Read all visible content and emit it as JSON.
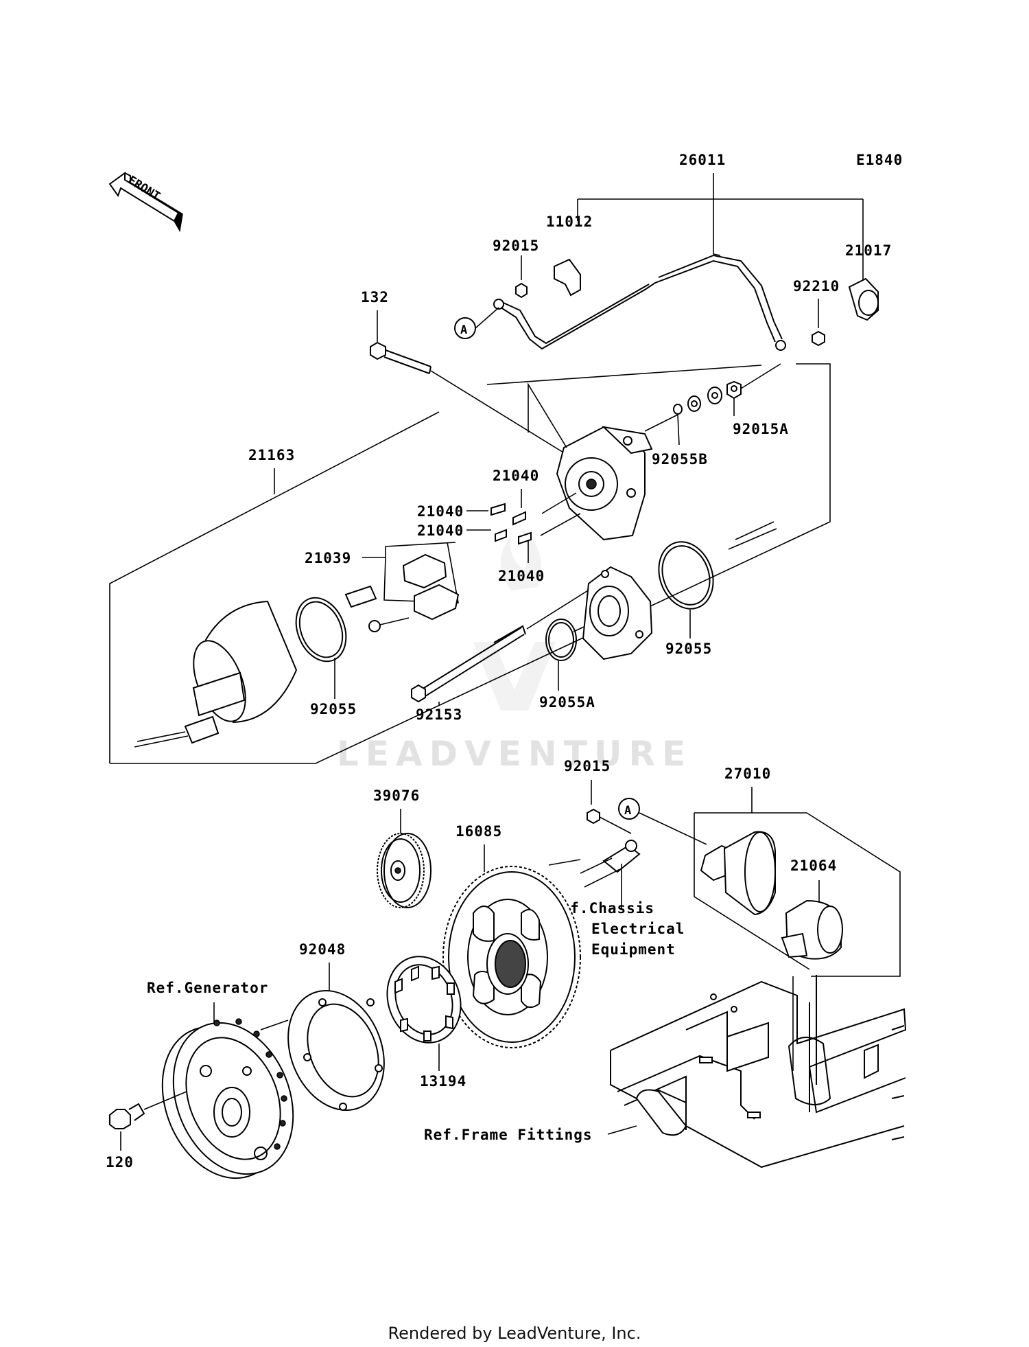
{
  "diagram": {
    "code": "E1840",
    "front_arrow_text": "FRONT",
    "watermark": "LEADVENTURE",
    "callouts": {
      "c26011": "26011",
      "c11012": "11012",
      "c92015_top": "92015",
      "c21017": "21017",
      "c92210": "92210",
      "c132": "132",
      "c92015A": "92015A",
      "c92055B": "92055B",
      "c21163": "21163",
      "c21040_a": "21040",
      "c21040_b": "21040",
      "c21040_c": "21040",
      "c21040_d": "21040",
      "c21039": "21039",
      "c92055_right": "92055",
      "c92055_left": "92055",
      "c92153": "92153",
      "c92055A": "92055A",
      "c92015_mid": "92015",
      "c27010": "27010",
      "c39076": "39076",
      "c16085": "16085",
      "c21064": "21064",
      "c92048": "92048",
      "c13194": "13194",
      "c120": "120",
      "marker_a_top": "A",
      "marker_a_mid": "A"
    },
    "references": {
      "chassis_line1": "Ref.Chassis",
      "chassis_line2": "Electrical",
      "chassis_line3": "Equipment",
      "generator": "Ref.Generator",
      "frame": "Ref.Frame Fittings"
    }
  },
  "footer": {
    "text": "Rendered by LeadVenture, Inc."
  }
}
